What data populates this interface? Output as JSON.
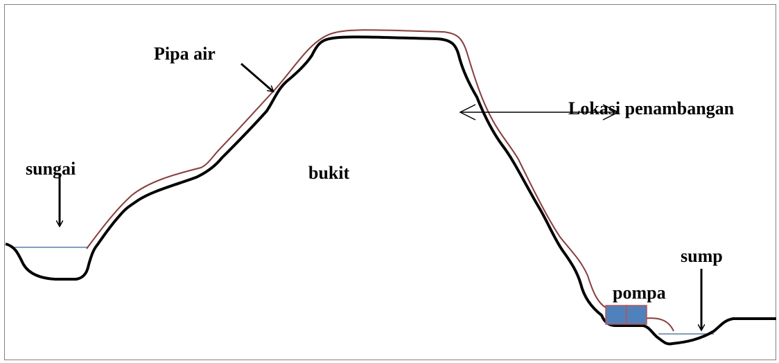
{
  "labels": {
    "pipe": "Pipa air",
    "mining_location": "Lokasi penambangan",
    "river": "sungai",
    "hill": "bukit",
    "sump": "sump",
    "pump": "pompa"
  },
  "colors": {
    "terrain": "#000000",
    "pipe": "#953735",
    "water": "#4f81bd",
    "pump_fill": "#4f81bd",
    "pump_border": "#c0504d",
    "frame": "#7f7f7f"
  },
  "icons": [
    "arrow-down-icon",
    "arrow-pointer-icon",
    "double-arrow-icon"
  ]
}
